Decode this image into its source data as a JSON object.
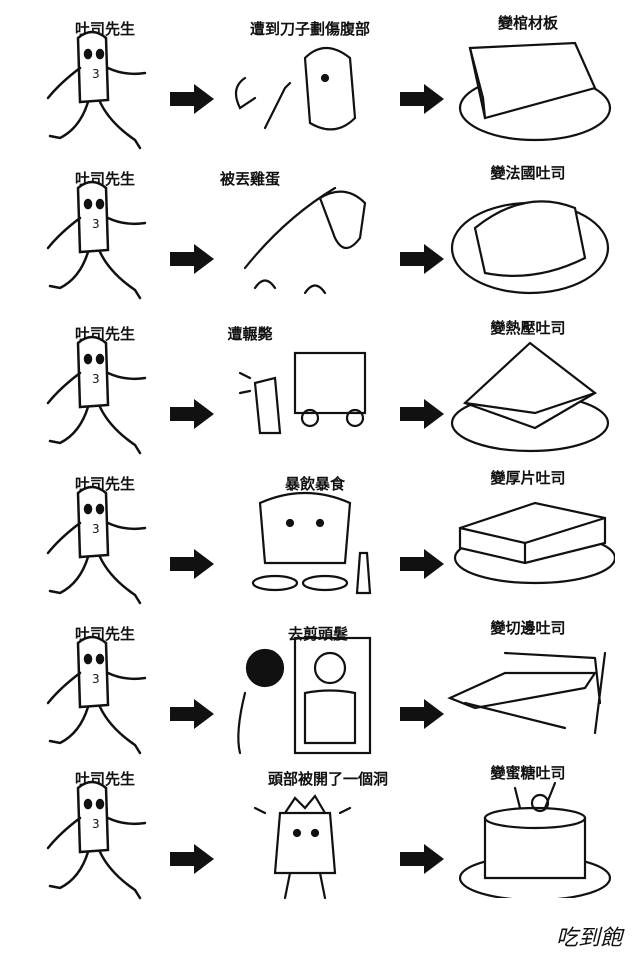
{
  "rows": [
    {
      "character": "吐司先生",
      "event": "遭到刀子劃傷腹部",
      "result": "變棺材板"
    },
    {
      "character": "吐司先生",
      "event": "被丟雞蛋",
      "result": "變法國吐司"
    },
    {
      "character": "吐司先生",
      "event": "遭輾斃",
      "result": "變熱壓吐司"
    },
    {
      "character": "吐司先生",
      "event": "暴飲暴食",
      "result": "變厚片吐司"
    },
    {
      "character": "吐司先生",
      "event": "去剪頭髮",
      "result": "變切邊吐司"
    },
    {
      "character": "吐司先生",
      "event": "頭部被開了一個洞",
      "result": "變蜜糖吐司"
    }
  ],
  "signature": "吃到飽"
}
